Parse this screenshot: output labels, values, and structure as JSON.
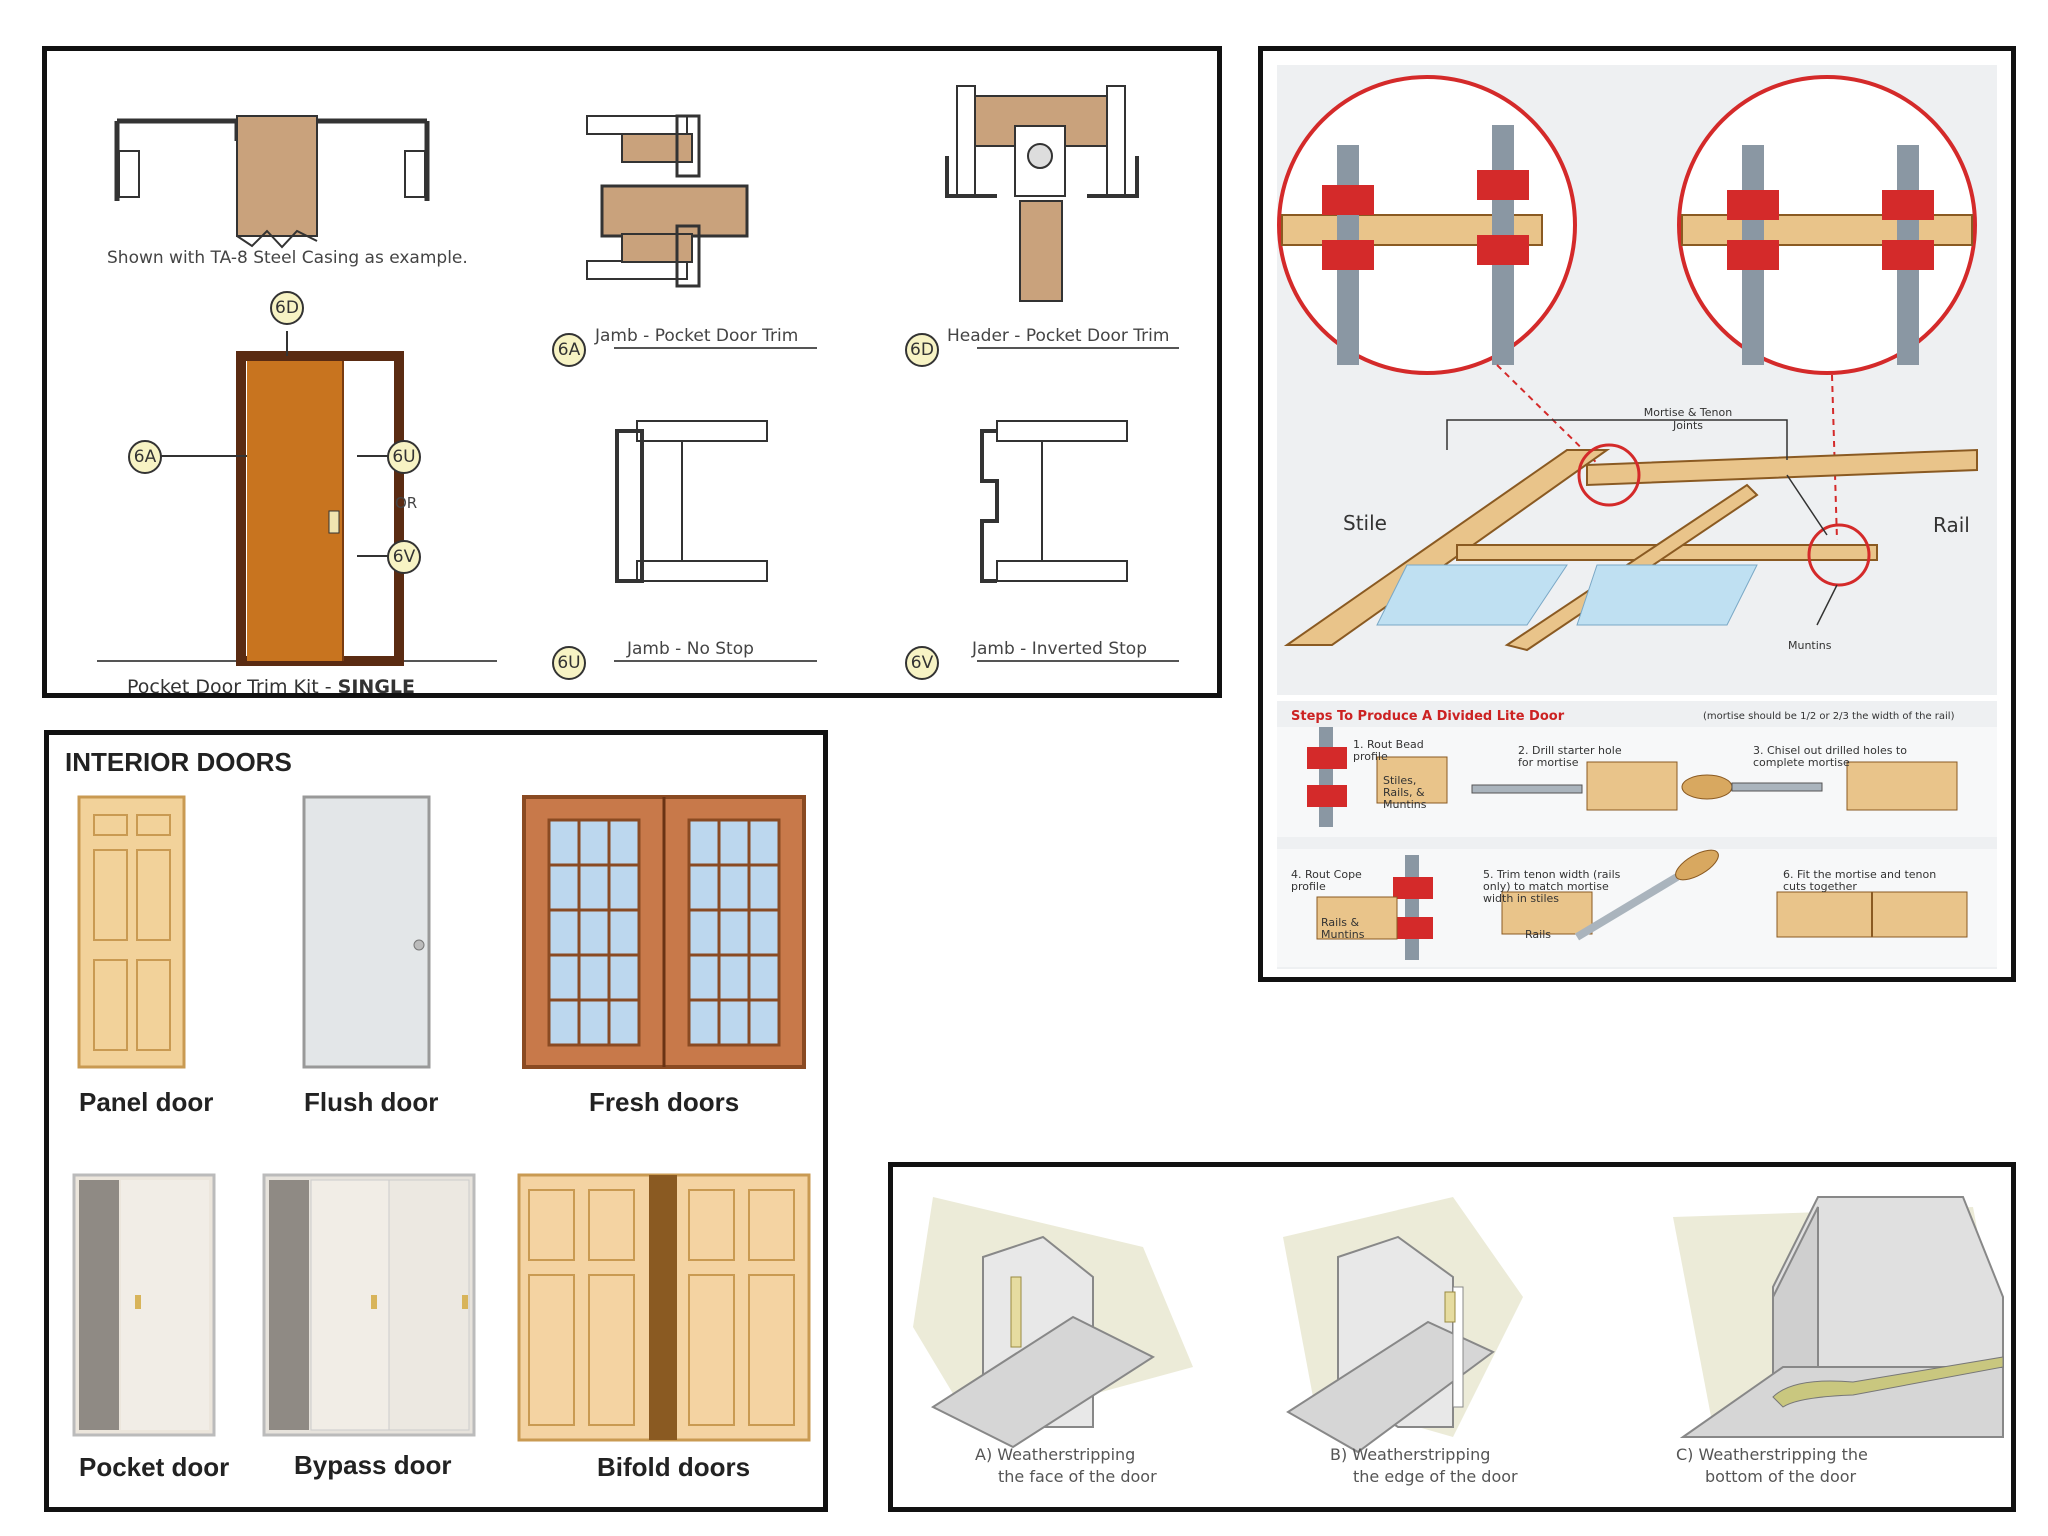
{
  "pocket_trim": {
    "example_caption": "Shown with TA-8 Steel Casing as example.",
    "kit_title_prefix": "Pocket Door Trim Kit - ",
    "kit_title_bold": "SINGLE",
    "or_text": "OR",
    "badges": {
      "b6d": "6D",
      "b6a": "6A",
      "b6u": "6U",
      "b6v": "6V"
    },
    "details": [
      {
        "code": "6A",
        "label": "Jamb - Pocket Door Trim"
      },
      {
        "code": "6D",
        "label": "Header - Pocket Door Trim"
      },
      {
        "code": "6U",
        "label": "Jamb - No Stop"
      },
      {
        "code": "6V",
        "label": "Jamb - Inverted Stop"
      }
    ]
  },
  "divided_lite": {
    "joint_label": "Mortise & Tenon Joints",
    "stile_label": "Stile",
    "rail_label": "Rail",
    "muntins_label": "Muntins",
    "steps_title": "Steps To Produce A Divided Lite Door",
    "steps_note": "(mortise should be 1/2 or 2/3 the width of the rail)",
    "steps": [
      {
        "text": "1. Rout Bead profile",
        "tag": "Stiles, Rails, & Muntins"
      },
      {
        "text": "2. Drill starter hole for mortise"
      },
      {
        "text": "3. Chisel out drilled holes to complete mortise"
      },
      {
        "text": "4. Rout Cope profile",
        "tag": "Rails & Muntins"
      },
      {
        "text": "5. Trim tenon width (rails only) to match mortise width in stiles",
        "tag": "Rails"
      },
      {
        "text": "6. Fit the mortise and tenon cuts together"
      }
    ]
  },
  "interior_doors": {
    "title": "INTERIOR DOORS",
    "labels": [
      "Panel door",
      "Flush door",
      "Fresh doors",
      "Pocket door",
      "Bypass door",
      "Bifold doors"
    ]
  },
  "weatherstripping": {
    "captions": [
      {
        "line1": "A) Weatherstripping",
        "line2": "the face of the door"
      },
      {
        "line1": "B) Weatherstripping",
        "line2": "the edge of the door"
      },
      {
        "line1": "C) Weatherstripping the",
        "line2": "bottom of the door"
      }
    ]
  },
  "colors": {
    "wood": "#c8741f",
    "wood_light": "#e9c48a",
    "frame": "#5a2b12",
    "router_red": "#d42a2a",
    "badge_fill": "#f7f3c4",
    "panel_border": "#111111",
    "steps_title": "#cc2222"
  }
}
